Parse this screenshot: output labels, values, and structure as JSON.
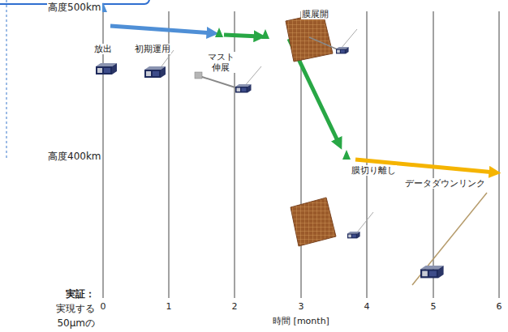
{
  "diagram": {
    "labels": [
      "高度500km",
      "放出",
      "初期運用",
      "マスト 伸展",
      "膜展開",
      "高度400km",
      "膜切り離し",
      "データダウンリンク",
      "0",
      "1",
      "2",
      "3",
      "4",
      "5",
      "6",
      "時間 [month]",
      "実証：",
      "実現する",
      "50μmの"
    ]
  }
}
